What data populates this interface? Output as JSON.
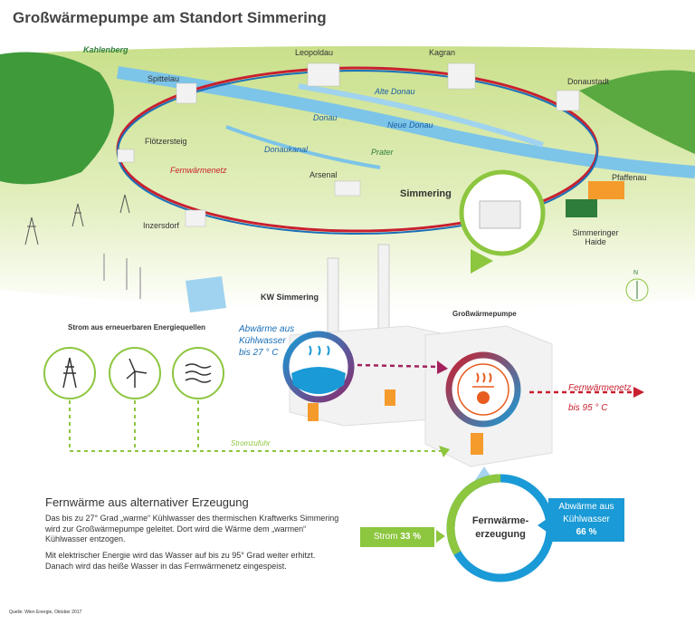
{
  "title": "Großwärmepumpe am Standort Simmering",
  "map": {
    "places": [
      "Kahlenberg",
      "Leopoldau",
      "Kagran",
      "Spittelau",
      "Donaustadt",
      "Flötzersteig",
      "Arsenal",
      "Simmering",
      "Pfaffenau",
      "Inzersdorf",
      "Simmeringer Haide"
    ],
    "waters": [
      "Alte Donau",
      "Donau",
      "Neue Donau",
      "Donaukanal",
      "Prater"
    ],
    "network_label": "Fernwärmenetz",
    "compass": "N"
  },
  "process": {
    "renewables_label": "Strom aus erneuerbaren Energiequellen",
    "renewable_icons": [
      "power-pylon-icon",
      "wind-turbine-icon",
      "water-waves-icon"
    ],
    "power_supply_label": "Stromzufuhr",
    "kw_label": "KW Simmering",
    "pump_label": "Großwärmepumpe",
    "waste_heat_lines": [
      "Abwärme aus",
      "Kühlwasser",
      "bis 27 ° C"
    ],
    "network_lines": [
      "Fernwärmenetz",
      "bis 95 ° C"
    ]
  },
  "info": {
    "title": "Fernwärme aus alternativer Erzeugung",
    "para1": "Das bis zu 27° Grad „warme“ Kühlwasser des thermischen Kraftwerks Simmering wird zur Großwärmepumpe geleitet. Dort wird die Wärme dem „warmen“ Kühlwasser entzogen.",
    "para2": "Mit elektrischer Energie wird das Wasser auf bis zu 95° Grad weiter erhitzt. Danach wird das heiße Wasser in das Fernwärmenetz eingespeist."
  },
  "donut": {
    "center_lines": [
      "Fernwärme-",
      "erzeugung"
    ],
    "strom_label": "Strom",
    "strom_value": "33 %",
    "strom_share": 33,
    "abwaerme_lines": [
      "Abwärme aus",
      "Kühlwasser"
    ],
    "abwaerme_value": "66 %",
    "abwaerme_share": 66,
    "colors": {
      "strom": "#8dc63f",
      "abwaerme": "#1a9ad6"
    }
  },
  "footer": {
    "source": "Quelle: Wien Energie, Oktober 2017"
  }
}
